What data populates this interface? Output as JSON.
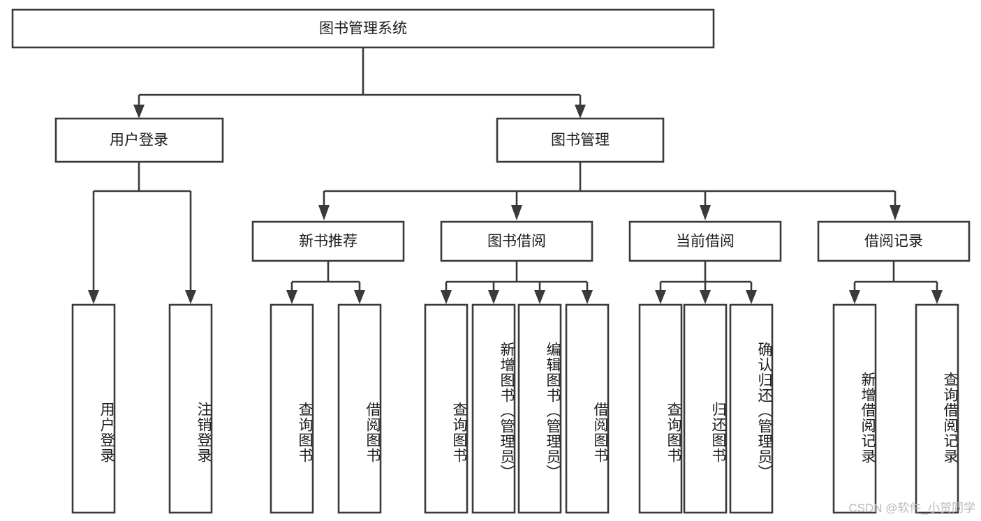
{
  "diagram": {
    "type": "tree-hierarchy",
    "title": "图书管理系统",
    "orientation": "top-down",
    "colors": {
      "box_stroke": "#3a3a3a",
      "box_fill": "#ffffff",
      "edge": "#3a3a3a",
      "text": "#1b1b1b",
      "watermark": "#b9b9b9",
      "background": "#ffffff"
    },
    "root": {
      "label": "图书管理系统"
    },
    "level2": [
      {
        "label": "用户登录"
      },
      {
        "label": "图书管理"
      }
    ],
    "level3": [
      {
        "label": "新书推荐"
      },
      {
        "label": "图书借阅"
      },
      {
        "label": "当前借阅"
      },
      {
        "label": "借阅记录"
      }
    ],
    "leaves": {
      "user_login": [
        {
          "label": "用户登录"
        },
        {
          "label": "注销登录"
        }
      ],
      "new_book_recommend": [
        {
          "label": "查询图书"
        },
        {
          "label": "借阅图书"
        }
      ],
      "book_borrow": [
        {
          "label": "查询图书"
        },
        {
          "label": "新增图书（管理员）"
        },
        {
          "label": "编辑图书（管理员）"
        },
        {
          "label": "借阅图书"
        }
      ],
      "current_borrow": [
        {
          "label": "查询图书"
        },
        {
          "label": "归还图书"
        },
        {
          "label": "确认归还（管理员）"
        }
      ],
      "borrow_record": [
        {
          "label": "新增借阅记录"
        },
        {
          "label": "查询借阅记录"
        }
      ]
    }
  },
  "watermark": {
    "text": "CSDN @软件_小贺同学"
  }
}
